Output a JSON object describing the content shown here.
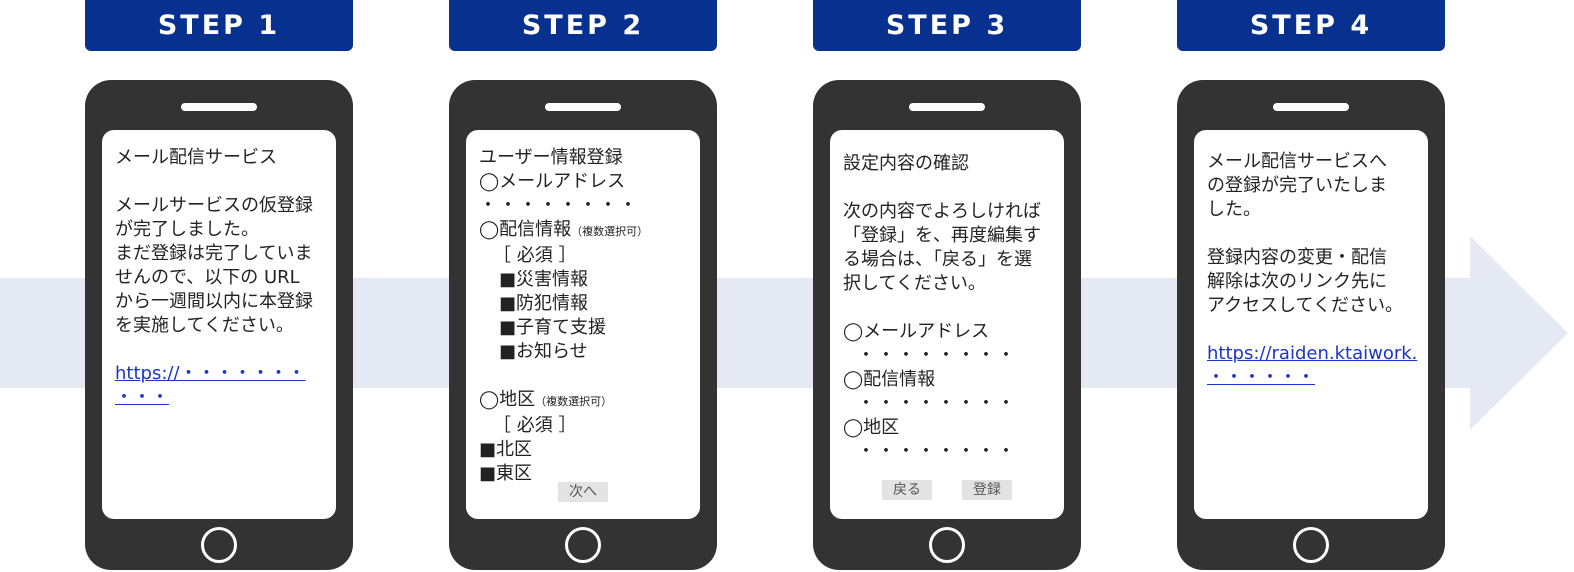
{
  "steps": [
    {
      "label": "STEP 1",
      "title": "メール配信サービス",
      "body": [
        "メールサービスの仮登録",
        "が完了しました。",
        "まだ登録は完了していま",
        "せんので、以下の URL",
        "から一週間以内に本登録",
        "を実施してください。"
      ],
      "link": [
        "https://・・・・・・・",
        "・・・"
      ]
    },
    {
      "label": "STEP 2",
      "title": "ユーザー情報登録",
      "email_label": "◯メールアドレス",
      "email_dots": "・・・・・・・・",
      "delivery_label": "◯配信情報",
      "delivery_note": "（複数選択可）",
      "required1": "［ 必須 ］",
      "delivery_items": [
        "■災害情報",
        "■防犯情報",
        "■子育て支援",
        "■お知らせ"
      ],
      "district_label": "◯地区",
      "district_note": "（複数選択可）",
      "required2": "［ 必須 ］",
      "district_items": [
        "■北区",
        "■東区"
      ],
      "next_button": "次へ"
    },
    {
      "label": "STEP 3",
      "title": "設定内容の確認",
      "body": [
        "次の内容でよろしければ",
        "「登録」を、再度編集す",
        "る場合は、「戻る」を選",
        "択してください。"
      ],
      "items": [
        {
          "label": "◯メールアドレス",
          "dots": "・・・・・・・・"
        },
        {
          "label": "◯配信情報",
          "dots": "・・・・・・・・"
        },
        {
          "label": "◯地区",
          "dots": "・・・・・・・・"
        }
      ],
      "back_button": "戻る",
      "register_button": "登録"
    },
    {
      "label": "STEP 4",
      "body1": [
        "メール配信サービスへ",
        "の登録が完了いたしま",
        "した。"
      ],
      "body2": [
        "登録内容の変更・配信",
        "解除は次のリンク先に",
        "アクセスしてください。"
      ],
      "link": [
        "https://raiden.ktaiwork.",
        "・・・・・・"
      ]
    }
  ]
}
